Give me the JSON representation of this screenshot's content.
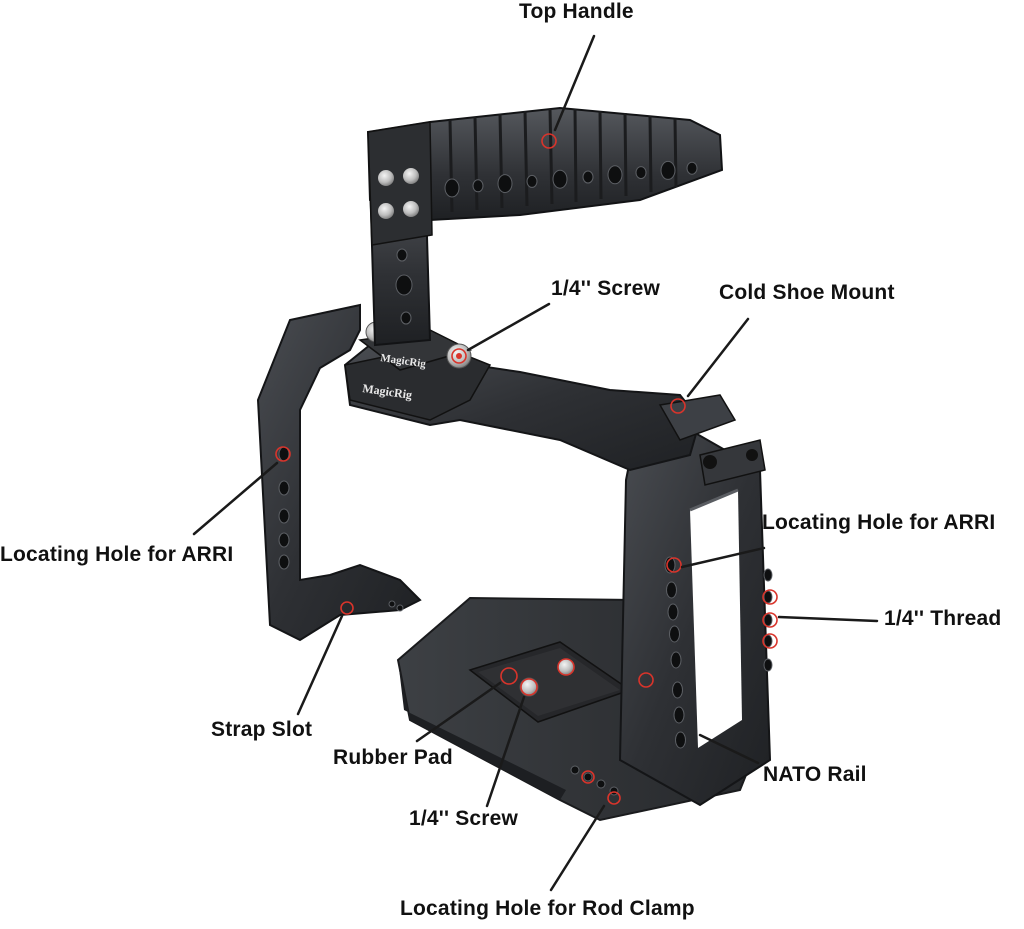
{
  "labels": {
    "top_handle": "Top Handle",
    "screw_top": "1/4'' Screw",
    "cold_shoe_mount": "Cold Shoe Mount",
    "locating_hole_arri_left": "Locating Hole for ARRI",
    "locating_hole_arri_right": "Locating Hole for ARRI",
    "thread": "1/4'' Thread",
    "strap_slot": "Strap Slot",
    "rubber_pad": "Rubber Pad",
    "nato_rail": "NATO Rail",
    "screw_bottom": "1/4'' Screw",
    "locating_hole_rod_clamp": "Locating Hole for Rod Clamp"
  },
  "brand": {
    "engraving_top": "MagicRig",
    "engraving_bottom": "MagicRig"
  },
  "colors": {
    "metal_dark": "#2b2d30",
    "metal_mid": "#3a3c40",
    "metal_light": "#55585d",
    "highlight_circle": "#d9342b",
    "leader_line": "#1a1a1a"
  }
}
